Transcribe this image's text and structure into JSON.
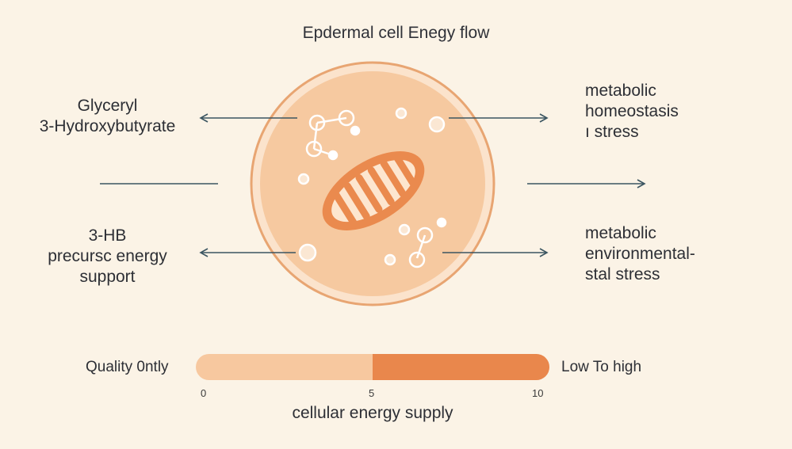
{
  "title": "Epdermal cell Enegy flow",
  "left_top": [
    "Glyceryl",
    "3-Hydroxybutyrate"
  ],
  "left_bottom": [
    "3-HB",
    "precursc energy",
    "support"
  ],
  "right_top": [
    "metabolic",
    "homeostasis",
    "ı stress"
  ],
  "right_bottom": [
    "metabolic",
    "environmental-",
    "stal stress"
  ],
  "scale": {
    "left_label": "Quality 0ntly",
    "right_label": "Low To high",
    "ticks": [
      "0",
      "5",
      "10"
    ],
    "caption": "cellular energy supply",
    "split_fraction": 0.5
  },
  "colors": {
    "background": "#fbf3e6",
    "cell_fill": "#f5c39a",
    "cell_ring": "#e8a572",
    "mitochondrion": "#ea8a4e",
    "bar_light": "#f7c89f",
    "bar_dark": "#e9874c",
    "arrow": "#3b5561"
  }
}
